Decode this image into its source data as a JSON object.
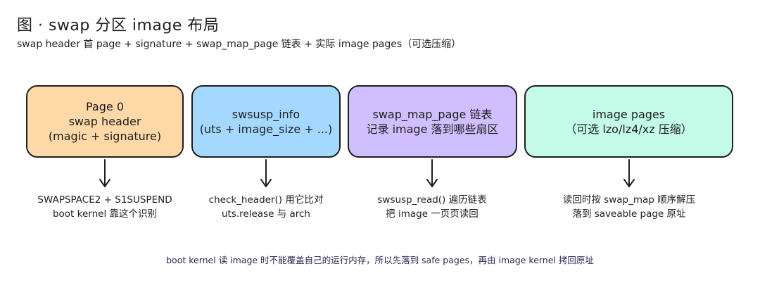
{
  "header": {
    "title": "图 · swap 分区 image 布局",
    "subtitle": "swap header 首 page + signature + swap_map_page 链表 + 实际 image pages（可选压缩）"
  },
  "nodes": [
    {
      "lines": [
        "Page 0",
        "swap header",
        "(magic + signature)"
      ],
      "fill": "#ffd8a8",
      "note": [
        "SWAPSPACE2 + S1SUSPEND",
        "boot kernel 靠这个识别"
      ]
    },
    {
      "lines": [
        "swsusp_info",
        "(uts + image_size + ...)"
      ],
      "fill": "#a5d8ff",
      "note": [
        "check_header() 用它比对",
        "uts.release 与 arch"
      ]
    },
    {
      "lines": [
        "swap_map_page 链表",
        "记录 image 落到哪些扇区"
      ],
      "fill": "#d0bfff",
      "note": [
        "swsusp_read() 遍历链表",
        "把 image 一页页读回"
      ]
    },
    {
      "lines": [
        "image pages",
        "（可选 lzo/lz4/xz 压缩）"
      ],
      "fill": "#c3fae8",
      "note": [
        "读回时按 swap_map 顺序解压",
        "落到 saveable page 原址"
      ]
    }
  ],
  "footer": "boot kernel 读 image 时不能覆盖自己的运行内存，所以先落到 safe pages，再由 image kernel 拷回原址",
  "colors": {
    "stroke": "#1e1e1e",
    "footer_text": "#2b2b55"
  }
}
